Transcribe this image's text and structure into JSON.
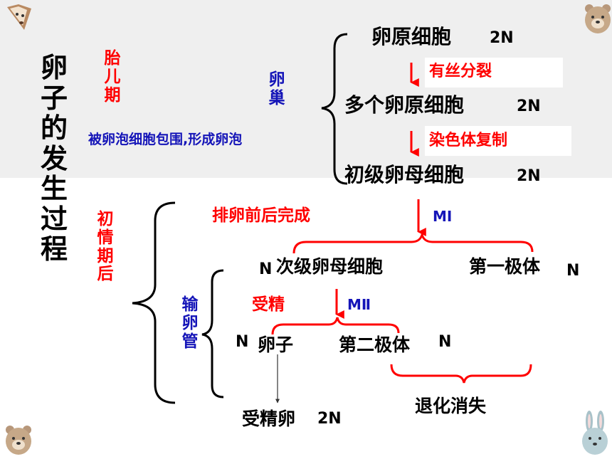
{
  "title": "卵子的发生过程",
  "fetal": {
    "period": "胎儿期",
    "organ": "卵巢",
    "note": "被卵泡细胞包围,形成卵泡"
  },
  "puberty": {
    "period": "初情期后",
    "organ": "输卵管",
    "ovulation": "排卵前后完成",
    "fertilization": "受精"
  },
  "cells": {
    "oogonium": "卵原细胞",
    "many_oogonia": "多个卵原细胞",
    "primary_oocyte": "初级卵母细胞",
    "secondary_oocyte": "次级卵母细胞",
    "first_polar_body": "第一极体",
    "ovum": "卵子",
    "second_polar_body": "第二极体",
    "zygote": "受精卵",
    "degenerate": "退化消失"
  },
  "ploidy": {
    "two_n": "2N",
    "n": "N"
  },
  "processes": {
    "mitosis": "有丝分裂",
    "replication": "染色体复制",
    "meiosis1": "MⅠ",
    "meiosis2": "MⅡ"
  },
  "colors": {
    "red": "#ff0000",
    "blue": "#1515b8",
    "black": "#000000",
    "band": "#efefef"
  }
}
